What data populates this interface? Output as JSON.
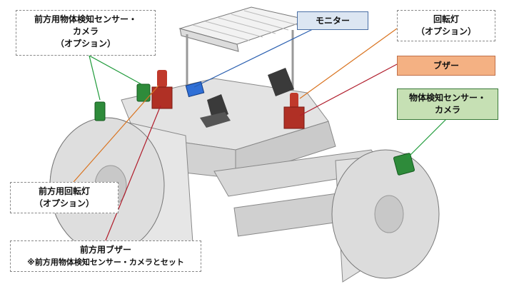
{
  "labels": {
    "front_sensor_camera": [
      "前方用物体検知センサー・",
      "カメラ",
      "（オプション）"
    ],
    "monitor": "モニター",
    "beacon": [
      "回転灯",
      "（オプション）"
    ],
    "buzzer": "ブザー",
    "sensor_camera": [
      "物体検知センサー・",
      "カメラ"
    ],
    "front_beacon": [
      "前方用回転灯",
      "（オプション）"
    ],
    "front_buzzer": [
      "前方用ブザー",
      "※前方用物体検知センサー・カメラとセット"
    ]
  },
  "colors": {
    "monitor_fill": "#dce6f2",
    "buzzer_fill": "#f4b183",
    "sensor_fill": "#c6e0b4",
    "beacon_red": "#c0392b",
    "sensor_green": "#2e8b3a",
    "monitor_blue": "#2f6fd6",
    "leader_green": "#1f9a3a",
    "leader_blue": "#2a5fb0",
    "leader_orange": "#d9731f",
    "leader_red": "#b01c2b"
  }
}
